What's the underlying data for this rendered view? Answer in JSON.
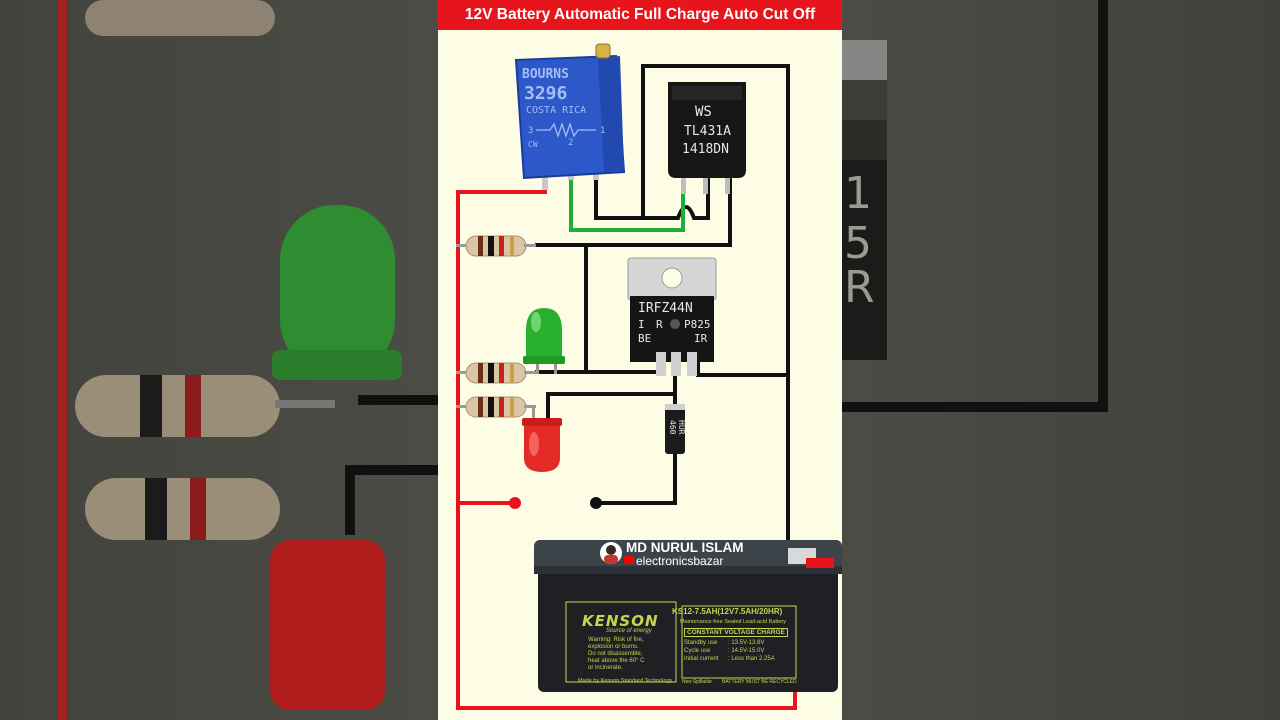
{
  "header": {
    "title": "12V Battery Automatic Full Charge Auto Cut Off"
  },
  "trimmer": {
    "brand": "BOURNS",
    "model": "3296",
    "origin": "COSTA RICA",
    "pin_left": "3",
    "pin_right": "1",
    "pin_mid": "2",
    "cw": "CW"
  },
  "regulator": {
    "line1": "WS",
    "line2": "TL431A",
    "line3": "1418DN"
  },
  "mosfet": {
    "line1": "IRFZ44N",
    "line2a": "I",
    "line2b": "R",
    "line2c": "P825",
    "line3a": "BE",
    "line3b": "IR"
  },
  "diode": {
    "line1": "HUR",
    "line2": "460"
  },
  "watermark": {
    "name": "MD NURUL ISLAM",
    "handle": "electronicsbazar"
  },
  "battery": {
    "brand": "KENSON",
    "tagline": "Source of energy",
    "model": "KS12-7.5AH(12V7.5AH/20HR)",
    "subtitle": "Maintenance-free Sealed Lead-acid Battery",
    "cvc": "CONSTANT VOLTAGE CHARGE",
    "standby_label": "Standby use",
    "standby_value": ": 13.5V-13.8V",
    "cycle_label": "Cycle use",
    "cycle_value": ": 14.5V-15.0V",
    "initial_label": "Initial current",
    "initial_value": ": Less than 2.25A",
    "warning1": "Warning: Risk of fire,",
    "warning2": "explosion or burns.",
    "warning3": "Do not disassemble,",
    "warning4": "heat above the 60° C",
    "warning5": "or incinerate.",
    "made_by": "Made by Kenson Standard Technology",
    "recycle": "BATTERY MUST BE RECYCLED",
    "nonspill": "Non-Spillable"
  },
  "side_right": {
    "char1": "1",
    "char2": "5",
    "char3": "R"
  },
  "colors": {
    "title_bg": "#e8141b",
    "wire_red": "#e8141b",
    "wire_black": "#111111",
    "wire_green": "#1fae3c",
    "trimmer_blue": "#2c58c9",
    "battery_body": "#1e2024",
    "battery_text": "#c9d44e"
  }
}
